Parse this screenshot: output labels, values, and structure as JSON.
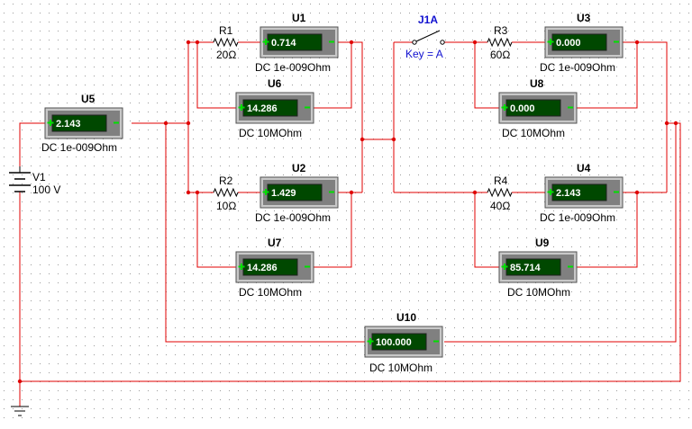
{
  "colors": {
    "background": "#ffffff",
    "grid_dot": "#9a9a9a",
    "wire": "#e00000",
    "component": "#000000",
    "meter_body": "#808080",
    "meter_bezel": "#c8c8c8",
    "meter_display": "#004800",
    "meter_text": "#ffffff",
    "meter_terminal": "#00e000",
    "switch_label": "#1010d0"
  },
  "source": {
    "name": "V1",
    "value": "100 V"
  },
  "switch": {
    "name": "J1A",
    "key_label": "Key = A"
  },
  "resistors": [
    {
      "id": "r1",
      "name": "R1",
      "value": "20Ω"
    },
    {
      "id": "r2",
      "name": "R2",
      "value": "10Ω"
    },
    {
      "id": "r3",
      "name": "R3",
      "value": "60Ω"
    },
    {
      "id": "r4",
      "name": "R4",
      "value": "40Ω"
    }
  ],
  "meters": [
    {
      "id": "u5",
      "name": "U5",
      "reading": "2.143",
      "mode": "DC  1e-009Ohm"
    },
    {
      "id": "u1",
      "name": "U1",
      "reading": "0.714",
      "mode": "DC  1e-009Ohm"
    },
    {
      "id": "u6",
      "name": "U6",
      "reading": "14.286",
      "mode": "DC  10MOhm"
    },
    {
      "id": "u2",
      "name": "U2",
      "reading": "1.429",
      "mode": "DC  1e-009Ohm"
    },
    {
      "id": "u7",
      "name": "U7",
      "reading": "14.286",
      "mode": "DC  10MOhm"
    },
    {
      "id": "u3",
      "name": "U3",
      "reading": "0.000",
      "mode": "DC  1e-009Ohm"
    },
    {
      "id": "u8",
      "name": "U8",
      "reading": "0.000",
      "mode": "DC  10MOhm"
    },
    {
      "id": "u4",
      "name": "U4",
      "reading": "2.143",
      "mode": "DC  1e-009Ohm"
    },
    {
      "id": "u9",
      "name": "U9",
      "reading": "85.714",
      "mode": "DC  10MOhm"
    },
    {
      "id": "u10",
      "name": "U10",
      "reading": "100.000",
      "mode": "DC  10MOhm"
    }
  ]
}
